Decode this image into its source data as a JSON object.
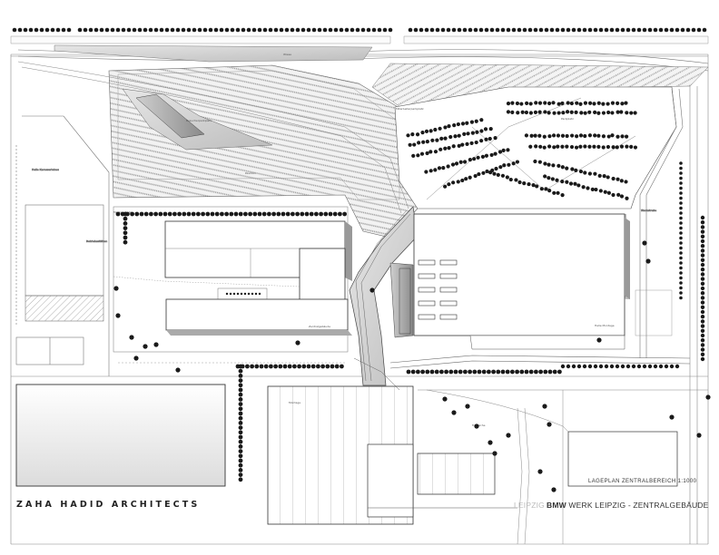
{
  "title_block": {
    "firm": "ZAHA HADID ARCHITECTS",
    "plan_title": "LAGEPLAN ZENTRALBEREICH  1:1000",
    "brand": "BMW",
    "project": "WERK LEIPZIG - ZENTRALGEBÄUDE",
    "brand_prefix": "LEIPZIG"
  },
  "plan_labels": {
    "north_area": "Wiese",
    "plaza": "Besucherparkplatz",
    "pavilion": "Pavillon",
    "east_parking": "Mitarbeiterparkplatz",
    "east_lot": "Parkplatz",
    "west_field": "Halle Karosseriebau",
    "west_building": "Betriebsstätten",
    "north_hall_label": "Montagehalle",
    "center_hall": "Zentralgebäude",
    "east_hall": "Halle Montage",
    "south_hall": "Montage",
    "green_area": "Freifläche",
    "east_road": "Werkstraße"
  },
  "colors": {
    "line": "#555555",
    "hatch": "#c9c9c9",
    "tree": "#1a1a1a",
    "building_fill": "#ffffff"
  }
}
